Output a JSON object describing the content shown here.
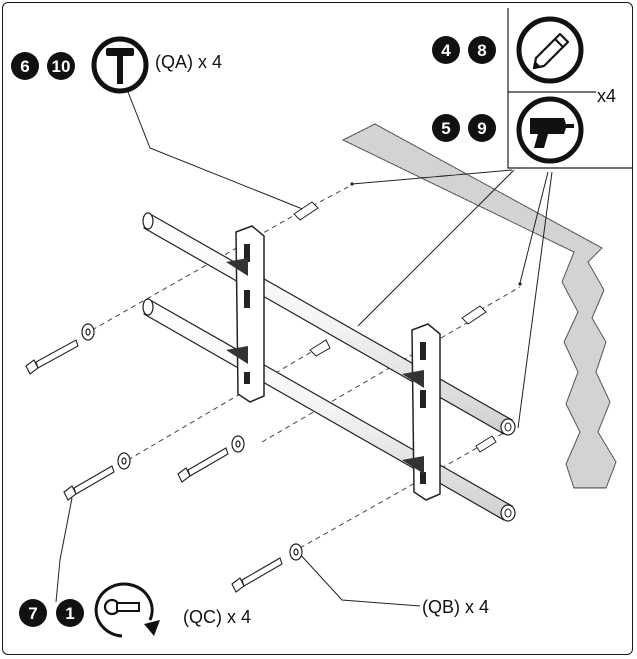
{
  "top_left": {
    "steps": [
      "6",
      "10"
    ],
    "tool_icon": "hammer-icon",
    "label": "(QA) x 4"
  },
  "top_right": {
    "pencil_steps": [
      "4",
      "8"
    ],
    "pencil_icon": "pencil-icon",
    "drill_steps": [
      "5",
      "9"
    ],
    "drill_icon": "drill-icon",
    "multiplier": "x4"
  },
  "bottom_left": {
    "steps": [
      "7",
      "1"
    ],
    "tool_icon": "wrench-tighten-icon",
    "label": "(QC) x 4"
  },
  "bottom_right": {
    "label": "(QB) x 4"
  },
  "colors": {
    "ink": "#111111",
    "wall_hatch": "#8a8a8a",
    "paper": "#ffffff"
  }
}
